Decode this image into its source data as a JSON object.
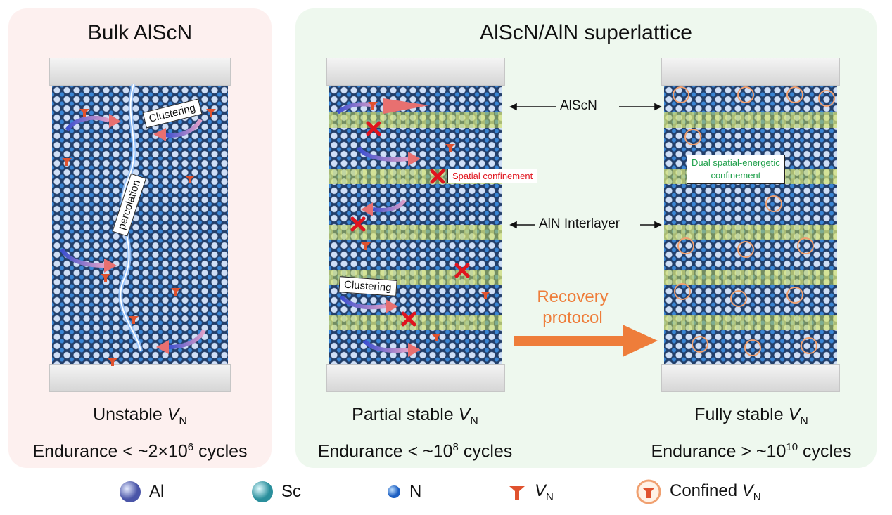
{
  "panels": {
    "bulk": {
      "title": "Bulk AlScN",
      "caption_prefix": "Unstable ",
      "caption_var": "V",
      "caption_sub": "N",
      "endurance_prefix": "Endurance < ~2×10",
      "endurance_exp": "6",
      "endurance_suffix": " cycles",
      "labels": {
        "clustering": "Clustering",
        "percolation": "percolation"
      }
    },
    "superlattice": {
      "title": "AlScN/AlN superlattice",
      "partial": {
        "caption_prefix": "Partial stable ",
        "caption_var": "V",
        "caption_sub": "N",
        "endurance_prefix": "Endurance < ~10",
        "endurance_exp": "8",
        "endurance_suffix": " cycles",
        "labels": {
          "clustering": "Clustering",
          "spatial": "Spatial confinement"
        }
      },
      "full": {
        "caption_prefix": "Fully stable ",
        "caption_var": "V",
        "caption_sub": "N",
        "endurance_prefix": "Endurance > ~10",
        "endurance_exp": "10",
        "endurance_suffix": " cycles",
        "labels": {
          "dual_line1": "Dual spatial-energetic",
          "dual_line2": "confinement"
        }
      },
      "layer_labels": {
        "alscn": "AlScN",
        "interlayer": "AlN Interlayer"
      },
      "recovery": {
        "line1": "Recovery",
        "line2": "protocol"
      }
    }
  },
  "legend": [
    {
      "label": "Al",
      "icon": "al-atom-icon"
    },
    {
      "label": "Sc",
      "icon": "sc-atom-icon"
    },
    {
      "label": "N",
      "icon": "n-atom-icon"
    },
    {
      "label_var": "V",
      "label_sub": "N",
      "icon": "vacancy-icon"
    },
    {
      "label_prefix": "Confined ",
      "label_var": "V",
      "label_sub": "N",
      "icon": "confined-vacancy-icon"
    }
  ],
  "colors": {
    "bulk_bg": "#fdf0ef",
    "superlattice_bg": "#eef8ee",
    "vacancy": "#e0522e",
    "cross": "#e0141e",
    "recovery": "#ee7d3a",
    "confinement_text": "#1fa04a",
    "spatial_text": "#e0141e",
    "interlayer": "#d6e478"
  }
}
